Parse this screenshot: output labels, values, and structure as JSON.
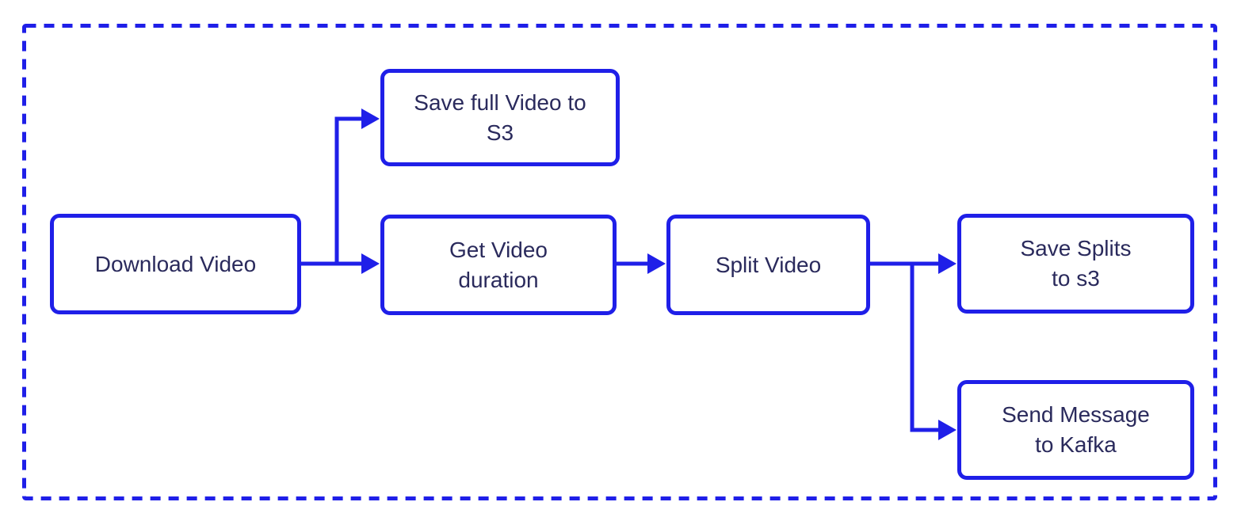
{
  "diagram": {
    "title": "Video processing pipeline flowchart",
    "colors": {
      "accent": "#1f1fe8",
      "text": "#2a2a5c",
      "bg": "#ffffff"
    },
    "nodes": {
      "download_video": {
        "label": "Download Video"
      },
      "save_full_video": {
        "label": "Save full Video to\nS3"
      },
      "get_duration": {
        "label": "Get Video\nduration"
      },
      "split_video": {
        "label": "Split Video"
      },
      "save_splits": {
        "label": "Save Splits\nto s3"
      },
      "send_kafka": {
        "label": "Send Message\nto Kafka"
      }
    },
    "edges": [
      {
        "from": "download_video",
        "to": "save_full_video"
      },
      {
        "from": "download_video",
        "to": "get_duration"
      },
      {
        "from": "get_duration",
        "to": "split_video"
      },
      {
        "from": "split_video",
        "to": "save_splits"
      },
      {
        "from": "split_video",
        "to": "send_kafka"
      }
    ]
  }
}
